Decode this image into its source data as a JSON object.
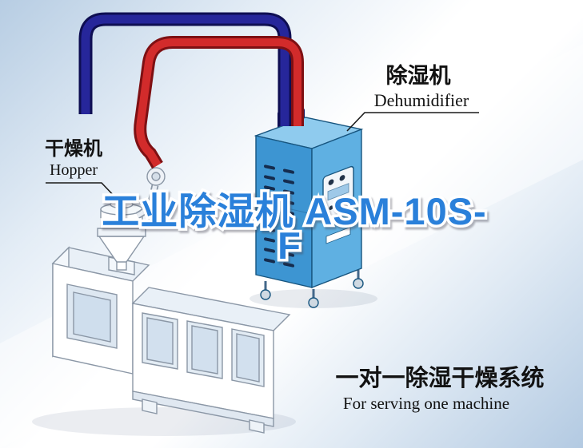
{
  "title": {
    "line1": "工业除湿机 ASM-10S-",
    "line2": "F"
  },
  "labels": {
    "dehumidifier": {
      "zh": "除湿机",
      "en": "Dehumidifier"
    },
    "hopper": {
      "zh": "干燥机",
      "en": "Hopper"
    },
    "system": {
      "zh": "一对一除湿干燥系统",
      "en": "For serving one machine"
    }
  },
  "colors": {
    "title_blue": "#2a80da",
    "title_outline": "#ffffff",
    "pipe_red": "#d22b2b",
    "pipe_red_dark": "#7e1013",
    "pipe_navy": "#26269a",
    "pipe_navy_dark": "#0e0e52",
    "dehumidifier_front": "#3d95d2",
    "dehumidifier_side": "#5fb0e2",
    "dehumidifier_top": "#8fcbee",
    "label_text": "#121212",
    "background_blue": "#b7cde3"
  }
}
